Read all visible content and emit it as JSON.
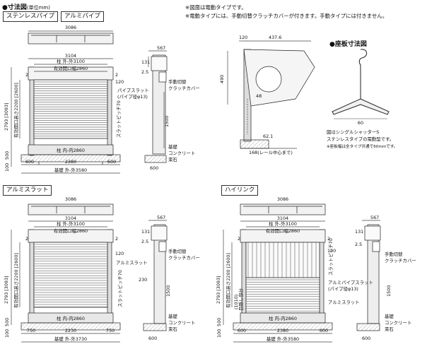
{
  "header": {
    "title": "寸法図",
    "unit": "(単位mm)"
  },
  "notes": [
    "※図面は電動タイプです。",
    "※電動タイプには、手動切替クラッチカバーが付きます。手動タイプには付きません。"
  ],
  "tabs": [
    "ステンレスパイプ",
    "アルミパイプ",
    "アルミスラット",
    "ハイリンク"
  ],
  "colors": {
    "line": "#222222",
    "fill": "#f4f4f4",
    "shade": "#cccccc",
    "dim": "#444444"
  },
  "base_plate": {
    "title": "座板寸法図",
    "width_label": "60",
    "caption": [
      "図はシングルシャッターS",
      "ステンレスタイプの電動型です。"
    ],
    "caption_note": "※座板幅は全タイプ共通で60mmです。"
  },
  "section_view": {
    "dim_120": "120",
    "dim_437": "437.6",
    "dim_490": "490",
    "dim_48": "48",
    "dim_62": "62.1",
    "rail_center": "168(レール中心まで)"
  },
  "panel_common": {
    "top_width": "3086",
    "overall": "柱 外-外3100",
    "opening": "有効開口幅2860",
    "inner": "柱 内-内2860",
    "foundation": "基礎\nコンクリート",
    "foundation_l1": "基礎",
    "foundation_l2": "コンクリート",
    "stone": "束石",
    "clutch_l1": "手動切替",
    "clutch_l2": "クラッチカバー",
    "dim_2": "2",
    "dim_120": "120",
    "dim_100": "100",
    "dim_500": "500",
    "dim_567": "567",
    "dim_131": "131",
    "dim_25": "2.5",
    "dim_1500": "1500",
    "dim_600": "600"
  },
  "panel_stainless": {
    "outer_width": "3104",
    "height": "2793 [3093]",
    "opening_height": "有効開口高さ2200 [2600]",
    "pipe_l1": "パイプスラット",
    "pipe_l2": "(パイプ径φ13)",
    "pitch": "スラットピッチ70",
    "side_left": "600",
    "center": "2380",
    "side_right": "600",
    "base": "基礎 外-外3580"
  },
  "panel_slat": {
    "outer_width": "3104",
    "height": "2793 [3093]",
    "opening_height": "有効開口高さ2200 [2600]",
    "slat": "アルミスラット",
    "pitch": "スラットピッチ70",
    "dim_230": "230",
    "side_left": "750",
    "center": "2230",
    "side_right": "750",
    "base": "基礎 外-外3730"
  },
  "panel_highlink": {
    "outer_width": "3104",
    "height": "2793 [3093]",
    "opening_height": "有効開口高さ2200 [2600]",
    "sub_height": "(1010)",
    "sub_opening": "目隠し部分",
    "pitch": "スラットピッチ70",
    "pipe_l1": "アルミパイプスラット",
    "pipe_l2": "(パイプ径φ13)",
    "slat": "アルミスラット",
    "side_left": "600",
    "center": "2380",
    "side_right": "600",
    "base": "基礎 外-外3580"
  }
}
